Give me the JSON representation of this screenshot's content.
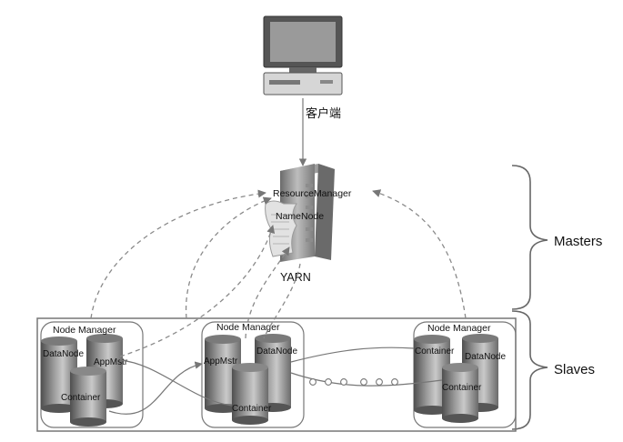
{
  "client": {
    "label": "客户端"
  },
  "master": {
    "resource_manager": "ResourceManager",
    "name_node": "NameNode",
    "yarn": "YARN"
  },
  "groups": {
    "masters": "Masters",
    "slaves": "Slaves"
  },
  "nodes": [
    {
      "title": "Node Manager",
      "data_node": "DataNode",
      "app_master": "AppMstr",
      "container": "Container"
    },
    {
      "title": "Node Manager",
      "data_node": "DataNode",
      "app_master": "AppMstr",
      "container": "Container"
    },
    {
      "title": "Node Manager",
      "data_node": "DataNode",
      "container_a": "Container",
      "container_b": "Container"
    }
  ],
  "colors": {
    "line": "#777777",
    "dashed": "#8a8a8a",
    "server_dark": "#5a5a5a",
    "server_light": "#b5b5b5"
  }
}
